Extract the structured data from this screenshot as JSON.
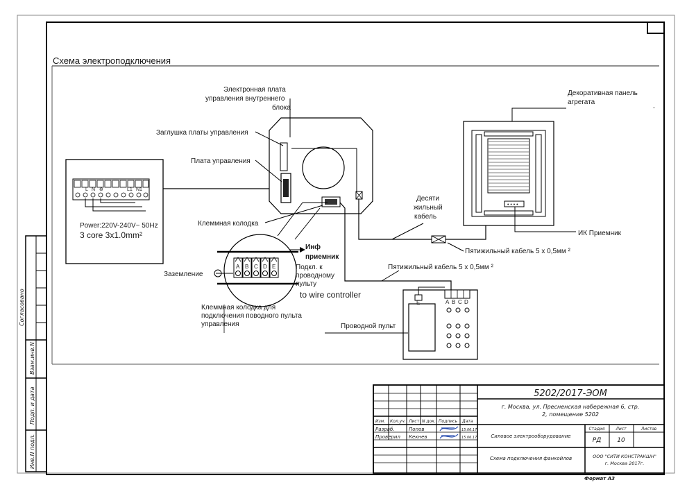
{
  "sheet": {
    "format_label": "Формат А3",
    "side_labels": [
      "Согласовано",
      "Взам.инв.N",
      "Подп. и дата",
      "Инв.N подл."
    ]
  },
  "scheme": {
    "title": "Схема электроподключения",
    "indoor_board_label": [
      "Электронная плата",
      "управления внутреннего",
      "блока"
    ],
    "board_plug_label": "Заглушка платы управления",
    "control_board_label": "Плата управления",
    "terminal_block_label": "Клеммная колодка",
    "power_terminal": {
      "terminals": [
        "L",
        "N",
        "⊕",
        "L1",
        "N1"
      ],
      "power_text": "Power:220V-240V~ 50Hz",
      "cable_text": "3 core 3x1.0mm²"
    },
    "remote_terminal": {
      "terminals": [
        "A",
        "B",
        "C",
        "D",
        "E"
      ],
      "ir_label": [
        "Инф",
        "приемник"
      ],
      "connect_label": [
        "Подкл. к",
        "проводному",
        "пульту"
      ],
      "overlay_text": "to wire controller",
      "ground_label": "Заземление",
      "caption": [
        "Клеммная колодка для",
        "подключения поводного пульта",
        "управления"
      ]
    },
    "ten_wire_label": [
      "Десяти",
      "жильный",
      "кабель"
    ],
    "five_wire_label_1": "Пятижильный кабель 5 х 0,5мм ²",
    "five_wire_label_2": "Пятижильный кабель 5 х 0,5мм ²",
    "panel_label": [
      "Декоративная панель",
      "агрегата"
    ],
    "ir_receiver_label": "ИК Приемник",
    "wired_remote_label": "Проводной пульт",
    "remote_terminals": [
      "E",
      "A",
      "B",
      "C",
      "D"
    ]
  },
  "title_block": {
    "document_code": "5202/2017-ЭОМ",
    "address": [
      "г. Москва, ул. Пресненская набережная 6, стр.",
      "2, помещение 5202"
    ],
    "headers": [
      "Изм.",
      "Кол.уч.",
      "Лист",
      "N док.",
      "Подпись",
      "Дата"
    ],
    "rows": [
      {
        "role": "Разраб.",
        "name": "Попов",
        "date": "15.06.17"
      },
      {
        "role": "Проверил",
        "name": "Кекнев",
        "date": "15.06.17"
      }
    ],
    "section_name": "Силовое электрооборудование",
    "drawing_name": "Схема подключения фанкойлов",
    "stage_header": "Стадия",
    "sheet_header": "Лист",
    "sheets_header": "Листов",
    "stage_value": "РД",
    "sheet_value": "10",
    "sheets_value": "",
    "company": [
      "ООО \"СИТИ КОНСТРАКШН\"",
      "г. Москва 2017г."
    ]
  }
}
